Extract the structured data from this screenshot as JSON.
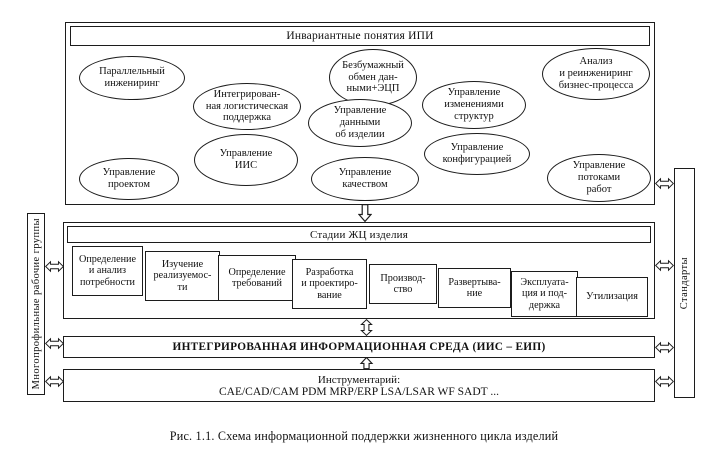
{
  "figure": {
    "caption": "Рис. 1.1. Схема информационной поддержки жизненного цикла изделий"
  },
  "colors": {
    "line": "#1c1c1c",
    "background": "#ffffff"
  },
  "top_section": {
    "title": "Инвариантные понятия ИПИ",
    "concepts": [
      {
        "id": "parallel-engineering",
        "label": "Параллельный\nинжениринг"
      },
      {
        "id": "integrated-logistics",
        "label": "Интегрирован-\nная логистическая\nподдержка"
      },
      {
        "id": "paperless-exchange",
        "label": "Безбумажный\nобмен дан-\nными+ЭЦП"
      },
      {
        "id": "analysis-reengineering",
        "label": "Анализ\nи реинжениринг\nбизнес-процесса"
      },
      {
        "id": "change-management",
        "label": "Управление\nизменениями\nструктур"
      },
      {
        "id": "product-data-management",
        "label": "Управление\nданными\nоб изделии"
      },
      {
        "id": "iis-management",
        "label": "Управление\nИИС"
      },
      {
        "id": "project-management",
        "label": "Управление\nпроектом"
      },
      {
        "id": "quality-management",
        "label": "Управление\nкачеством"
      },
      {
        "id": "configuration-management",
        "label": "Управление\nконфигурацией"
      },
      {
        "id": "workflow-management",
        "label": "Управление\nпотоками\nработ"
      }
    ]
  },
  "stages_section": {
    "title": "Стадии ЖЦ изделия",
    "stages": [
      {
        "id": "needs-analysis",
        "label": "Определение\nи анализ\nпотребности"
      },
      {
        "id": "feasibility-study",
        "label": "Изучение\nреализуемос-\nти"
      },
      {
        "id": "requirements-definition",
        "label": "Определение\nтребований"
      },
      {
        "id": "development-design",
        "label": "Разработка\nи проектиро-\nвание"
      },
      {
        "id": "production",
        "label": "Производ-\nство"
      },
      {
        "id": "deployment",
        "label": "Развертыва-\nние"
      },
      {
        "id": "operation-support",
        "label": "Эксплуата-\nция и под-\nдержка"
      },
      {
        "id": "disposal",
        "label": "Утилизация"
      }
    ]
  },
  "iis_bar": {
    "label": "ИНТЕГРИРОВАННАЯ ИНФОРМАЦИОННАЯ СРЕДА (ИИС – ЕИП)"
  },
  "tools_bar": {
    "title": "Инструментарий:",
    "tools": "CAE/CAD/CAM PDM MRP/ERP LSA/LSAR WF SADT ..."
  },
  "left_sidebar": {
    "label": "Многопрофильные рабочие группы"
  },
  "right_sidebar": {
    "label": "Стандарты"
  }
}
